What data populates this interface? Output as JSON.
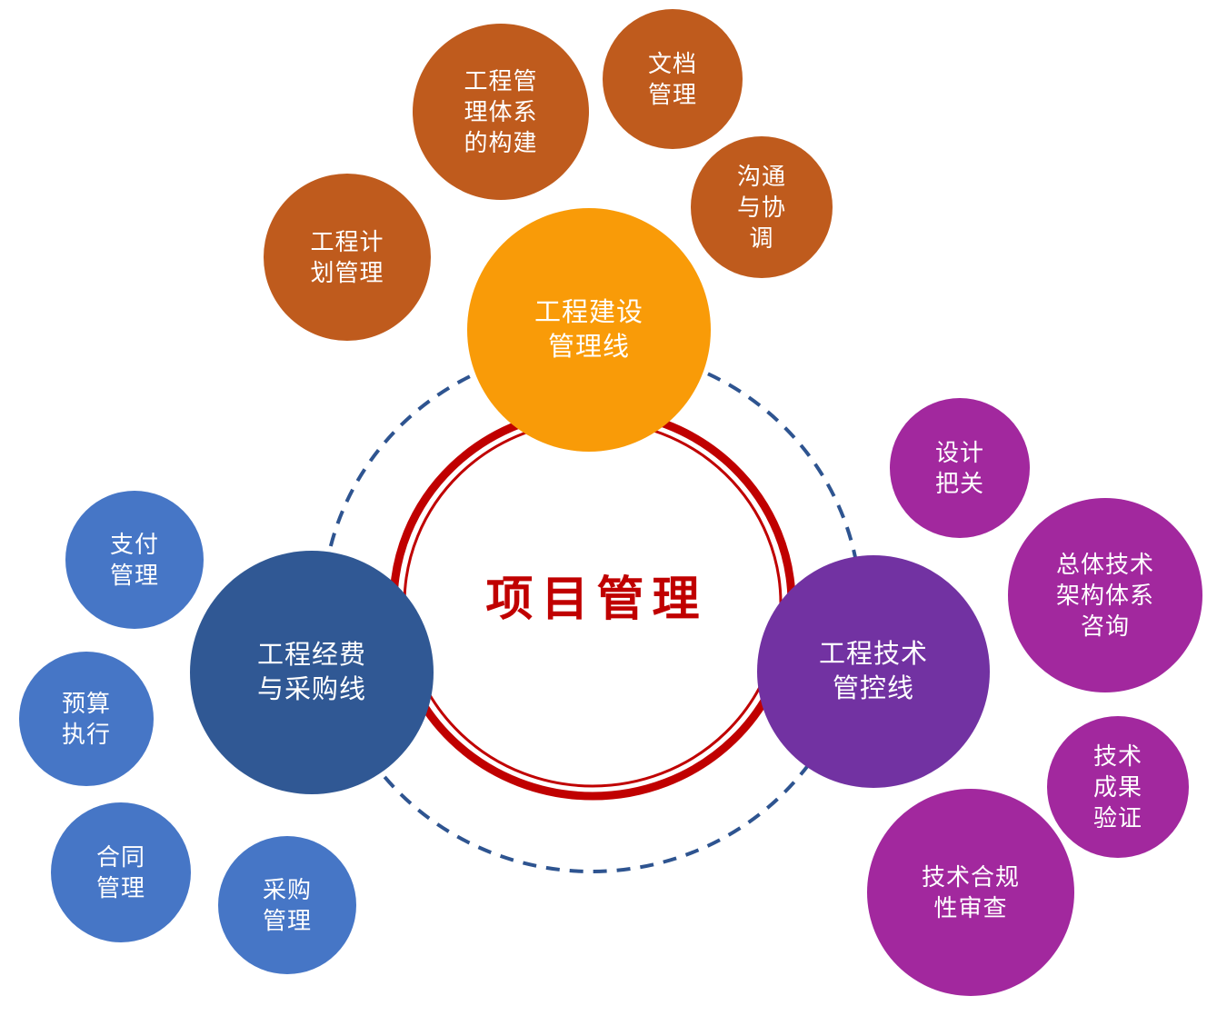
{
  "diagram_title": "项目管理",
  "colors": {
    "center_text": "#C00000",
    "ring_red": "#C00000",
    "dashed_ring_blue": "#2E5490",
    "construction_main": "#F99B08",
    "construction_satellite": "#BF5B1D",
    "funding_main": "#305894",
    "funding_satellite": "#4676C6",
    "technical_main": "#7232A2",
    "technical_satellite": "#A2289E"
  },
  "center": {
    "label": "项目管理"
  },
  "main_circles": [
    {
      "id": "construction",
      "label": "工程建设\n管理线"
    },
    {
      "id": "funding",
      "label": "工程经费\n与采购线"
    },
    {
      "id": "technical",
      "label": "工程技术\n管控线"
    }
  ],
  "satellite_circles": [
    {
      "group": "construction",
      "label": "工程管\n理体系\n的构建"
    },
    {
      "group": "construction",
      "label": "文档\n管理"
    },
    {
      "group": "construction",
      "label": "沟通\n与协\n调"
    },
    {
      "group": "construction",
      "label": "工程计\n划管理"
    },
    {
      "group": "funding",
      "label": "支付\n管理"
    },
    {
      "group": "funding",
      "label": "预算\n执行"
    },
    {
      "group": "funding",
      "label": "合同\n管理"
    },
    {
      "group": "funding",
      "label": "采购\n管理"
    },
    {
      "group": "technical",
      "label": "设计\n把关"
    },
    {
      "group": "technical",
      "label": "总体技术\n架构体系\n咨询"
    },
    {
      "group": "technical",
      "label": "技术\n成果\n验证"
    },
    {
      "group": "technical",
      "label": "技术合规\n性审查"
    }
  ]
}
